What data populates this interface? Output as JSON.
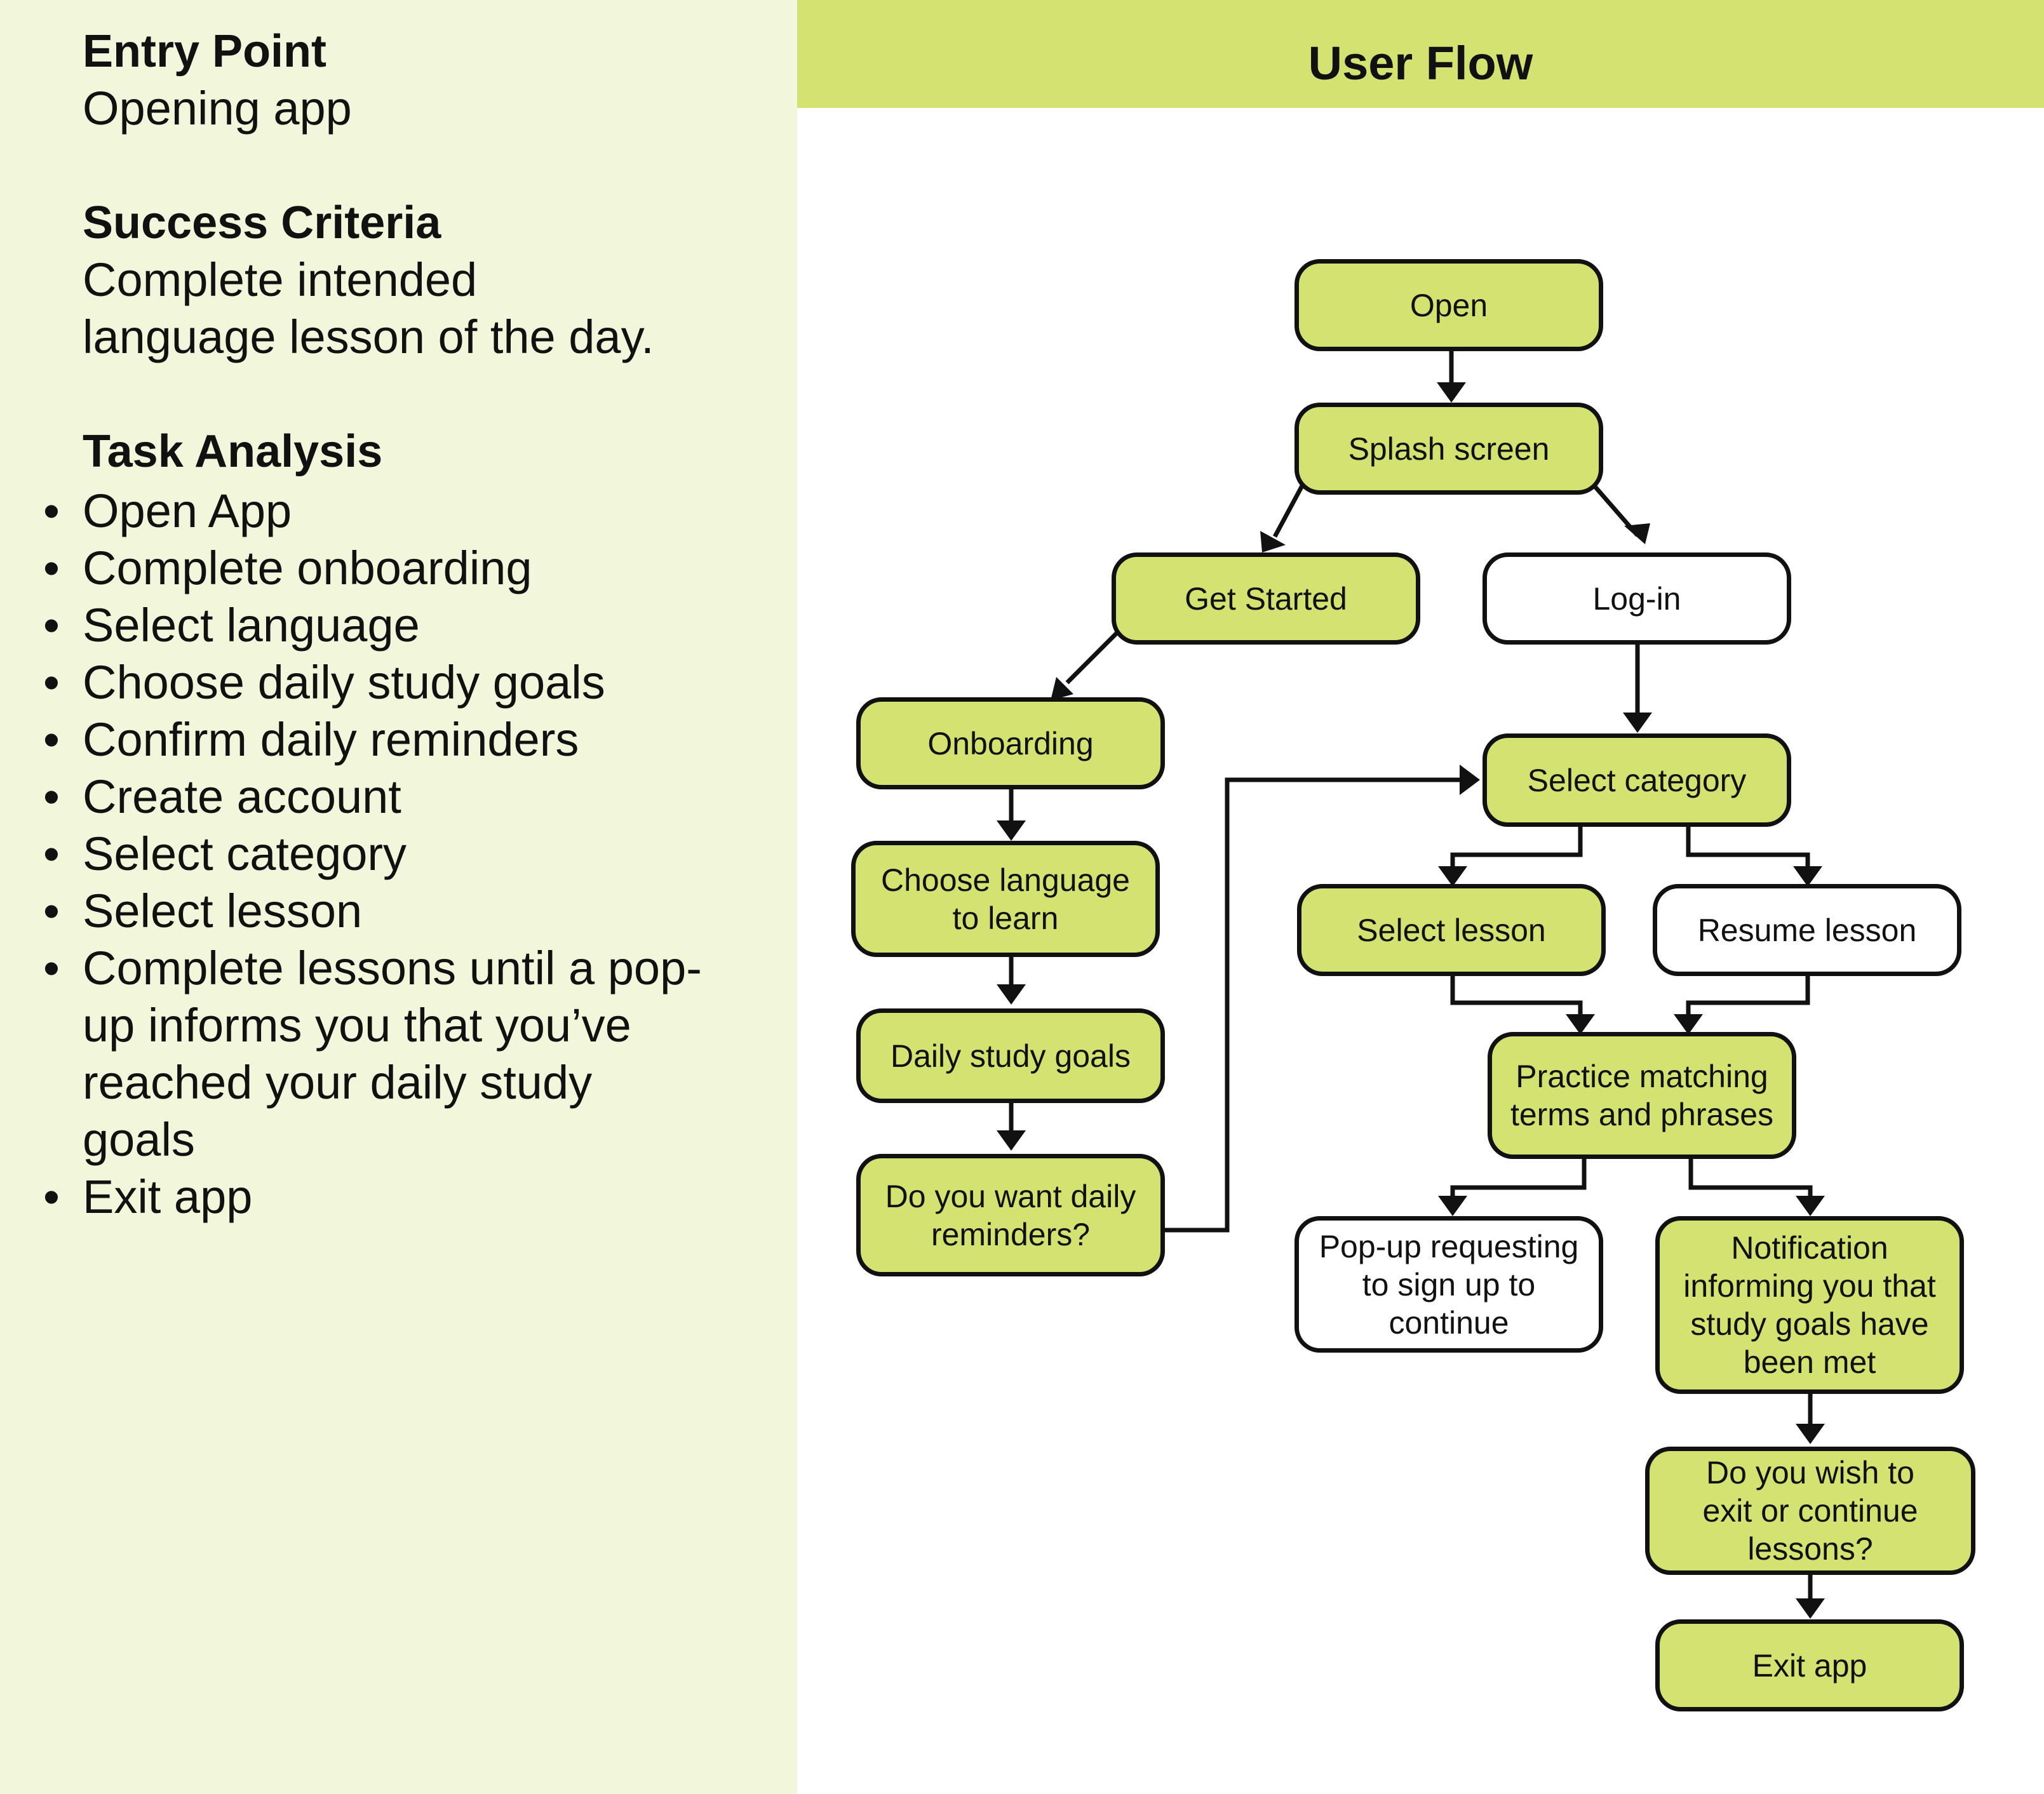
{
  "colors": {
    "panel_bg": "#f2f6da",
    "accent": "#d3e270",
    "node_border": "#111111"
  },
  "left": {
    "entry_title": "Entry Point",
    "entry_text": "Opening app",
    "success_title": "Success Criteria",
    "success_text_1": "Complete intended",
    "success_text_2": "language lesson of the day.",
    "task_title": "Task Analysis",
    "bullet": "•",
    "tasks": [
      "Open App",
      "Complete onboarding",
      "Select language",
      "Choose daily study goals",
      "Confirm daily reminders",
      "Create account",
      "Select category",
      "Select lesson",
      "Complete lessons until a pop-",
      "up informs you that you’ve",
      "reached your daily study",
      "goals",
      "Exit app"
    ]
  },
  "flow": {
    "title": "User Flow",
    "nodes": {
      "open": "Open",
      "splash": "Splash screen",
      "get_started": "Get Started",
      "login": "Log-in",
      "onboarding": "Onboarding",
      "choose_language": "Choose language\nto learn",
      "daily_goals": "Daily study goals",
      "reminders": "Do you want daily\nreminders?",
      "select_category": "Select category",
      "select_lesson": "Select lesson",
      "resume_lesson": "Resume lesson",
      "practice": "Practice matching\nterms and phrases",
      "popup_signup": "Pop-up requesting\nto sign up to\ncontinue",
      "notification": "Notification\ninforming you that\nstudy goals have\nbeen met",
      "exit_or_continue": "Do you wish to\nexit or continue\nlessons?",
      "exit_app": "Exit app"
    }
  }
}
